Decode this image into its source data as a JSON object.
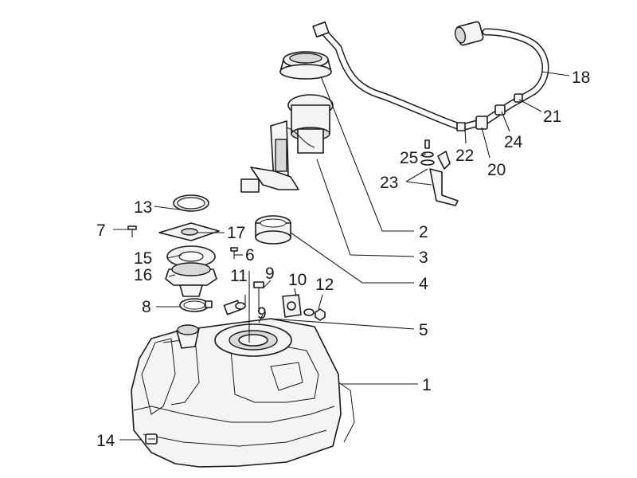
{
  "callouts": [
    {
      "id": "c1",
      "label": "1"
    },
    {
      "id": "c2",
      "label": "2"
    },
    {
      "id": "c3",
      "label": "3"
    },
    {
      "id": "c4",
      "label": "4"
    },
    {
      "id": "c5",
      "label": "5"
    },
    {
      "id": "c6",
      "label": "6"
    },
    {
      "id": "c7",
      "label": "7"
    },
    {
      "id": "c8",
      "label": "8"
    },
    {
      "id": "c9a",
      "label": "9"
    },
    {
      "id": "c9b",
      "label": "9"
    },
    {
      "id": "c10",
      "label": "10"
    },
    {
      "id": "c11",
      "label": "11"
    },
    {
      "id": "c12",
      "label": "12"
    },
    {
      "id": "c13",
      "label": "13"
    },
    {
      "id": "c14",
      "label": "14"
    },
    {
      "id": "c15",
      "label": "15"
    },
    {
      "id": "c16",
      "label": "16"
    },
    {
      "id": "c17",
      "label": "17"
    },
    {
      "id": "c18",
      "label": "18"
    },
    {
      "id": "c20",
      "label": "20"
    },
    {
      "id": "c21",
      "label": "21"
    },
    {
      "id": "c22",
      "label": "22"
    },
    {
      "id": "c23",
      "label": "23"
    },
    {
      "id": "c24",
      "label": "24"
    },
    {
      "id": "c25",
      "label": "25"
    }
  ]
}
